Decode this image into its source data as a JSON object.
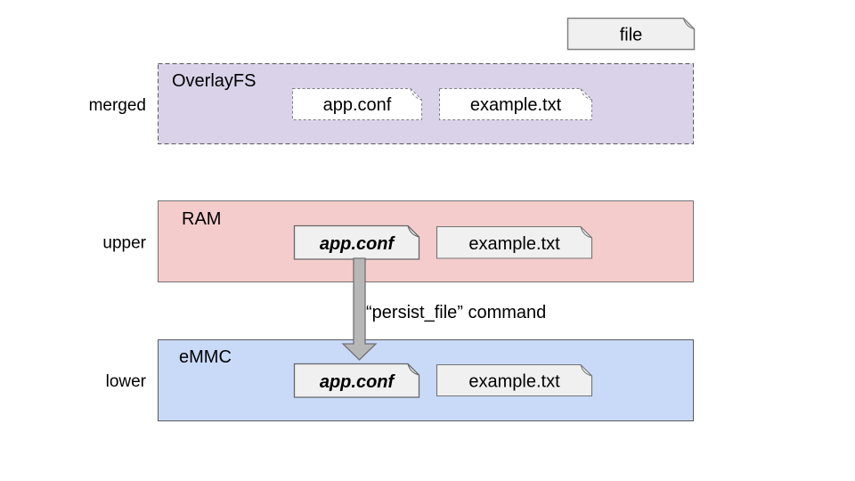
{
  "legend": {
    "file_label": "file"
  },
  "layers": [
    {
      "row_label": "merged",
      "title": "OverlayFS",
      "files": [
        {
          "name": "app.conf",
          "emphasized": false
        },
        {
          "name": "example.txt",
          "emphasized": false
        }
      ]
    },
    {
      "row_label": "upper",
      "title": "RAM",
      "files": [
        {
          "name": "app.conf",
          "emphasized": true
        },
        {
          "name": "example.txt",
          "emphasized": false
        }
      ]
    },
    {
      "row_label": "lower",
      "title": "eMMC",
      "files": [
        {
          "name": "app.conf",
          "emphasized": true
        },
        {
          "name": "example.txt",
          "emphasized": false
        }
      ]
    }
  ],
  "arrow": {
    "label": "“persist_file” command"
  },
  "colors": {
    "merged_fill": "#d9d2e9",
    "upper_fill": "#f4cccc",
    "lower_fill": "#c9daf8",
    "file_gray_fill": "#f0f0f0",
    "file_white_fill": "#ffffff",
    "arrow_fill": "#b7b7b7",
    "border": "#666666"
  }
}
